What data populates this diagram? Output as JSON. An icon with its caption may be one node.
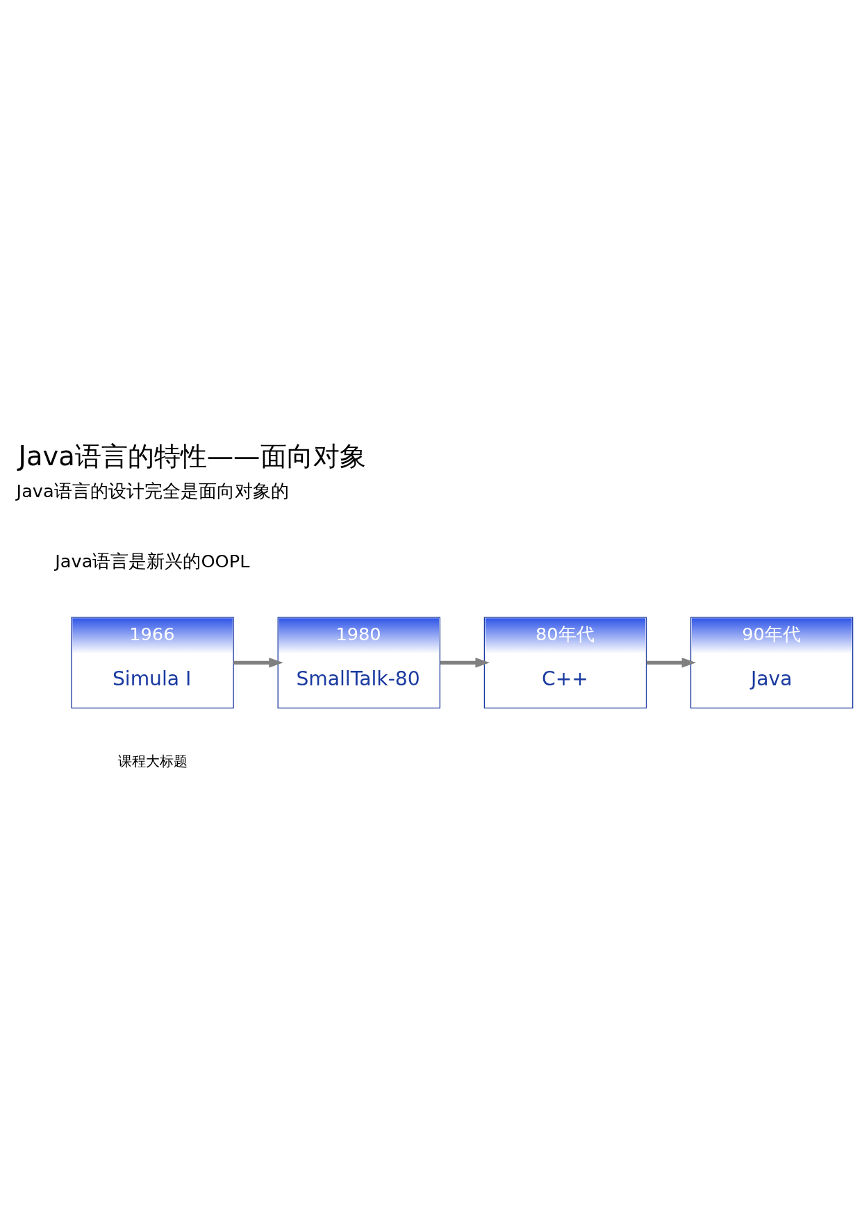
{
  "diagram": {
    "title": "Java语言的特性——面向对象",
    "nodes": [
      {
        "text": [
          "1966",
          "Simula I"
        ]
      },
      {
        "text": [
          "1980",
          "SmallTalk-80"
        ]
      },
      {
        "text": [
          "80年代",
          "C++"
        ]
      },
      {
        "text": [
          "90年代",
          "Java"
        ]
      }
    ],
    "edges": [
      {
        "from": 0,
        "to": 1,
        "arrow": "to"
      },
      {
        "from": 1,
        "to": 2,
        "arrow": "to"
      },
      {
        "from": 2,
        "to": 3,
        "arrow": "to"
      }
    ],
    "labels": [
      "Java语言的设计完全是面向对象的",
      "Java语言是新兴的OOPL",
      "课程大标题"
    ]
  }
}
